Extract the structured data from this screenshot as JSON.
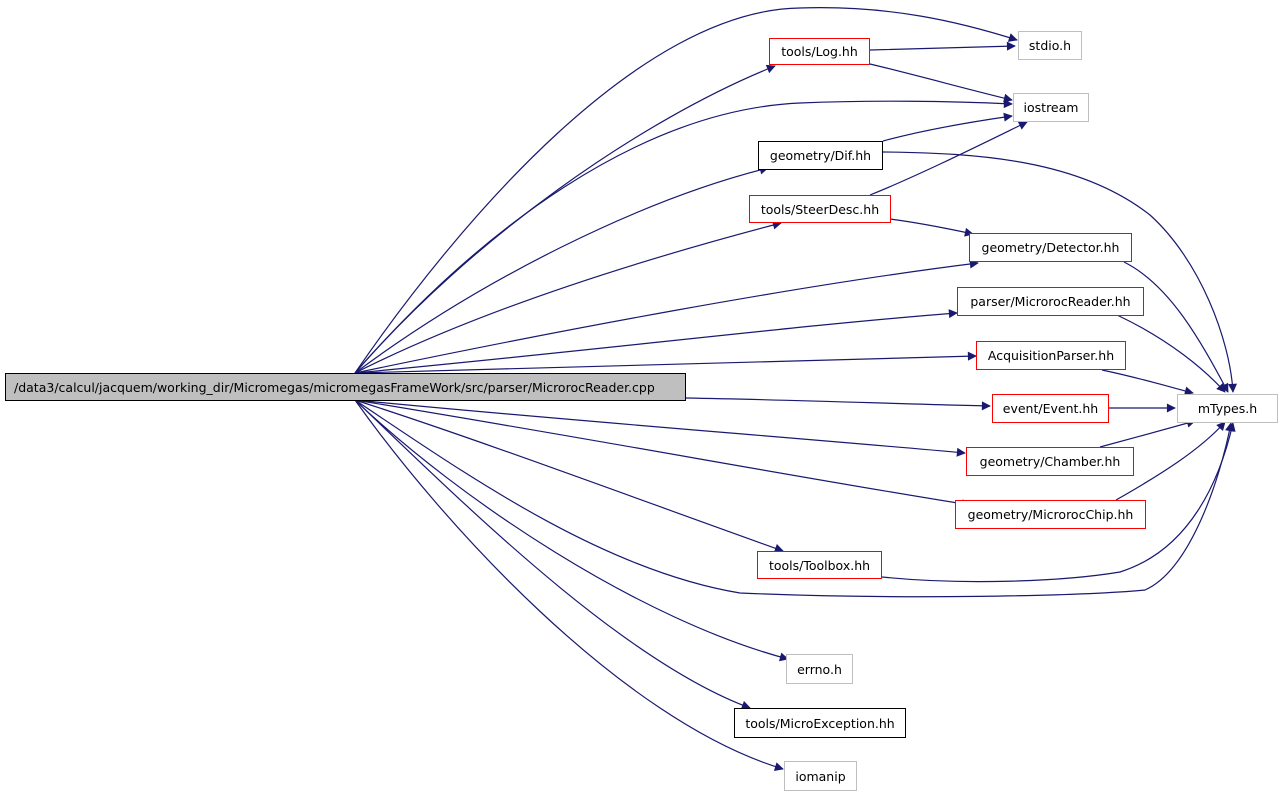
{
  "colors": {
    "edge": "#191970",
    "documented": "#ff0000",
    "plain": "#000000",
    "external": "#bfbfbf",
    "root_fill": "#bfbfbf"
  },
  "nodes": {
    "root": "/data3/calcul/jacquem/working_dir/Micromegas/micromegasFrameWork/src/parser/MicrorocReader.cpp",
    "stdio": "stdio.h",
    "log": "tools/Log.hh",
    "iostream": "iostream",
    "dif": "geometry/Dif.hh",
    "steerdesc": "tools/SteerDesc.hh",
    "detector": "geometry/Detector.hh",
    "microrocreader": "parser/MicrorocReader.hh",
    "acqparser": "AcquisitionParser.hh",
    "mtypes": "mTypes.h",
    "event": "event/Event.hh",
    "chamber": "geometry/Chamber.hh",
    "microrocchip": "geometry/MicrorocChip.hh",
    "toolbox": "tools/Toolbox.hh",
    "errno": "errno.h",
    "microexception": "tools/MicroException.hh",
    "iomanip": "iomanip"
  }
}
